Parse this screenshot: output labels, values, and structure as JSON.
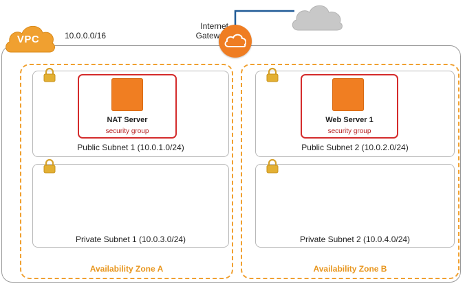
{
  "vpc": {
    "label": "VPC",
    "cidr": "10.0.0.0/16"
  },
  "internet_gateway": {
    "label_line1": "Internet",
    "label_line2": "Gateway"
  },
  "availability_zones": [
    {
      "label": "Availability Zone A",
      "public_subnet": {
        "label": "Public Subnet 1 (10.0.1.0/24)",
        "server": {
          "name": "NAT Server",
          "security_group": "security group"
        }
      },
      "private_subnet": {
        "label": "Private Subnet 1 (10.0.3.0/24)"
      }
    },
    {
      "label": "Availability Zone B",
      "public_subnet": {
        "label": "Public Subnet 2 (10.0.2.0/24)",
        "server": {
          "name": "Web Server 1",
          "security_group": "security group"
        }
      },
      "private_subnet": {
        "label": "Private Subnet 2 (10.0.4.0/24)"
      }
    }
  ],
  "icons": [
    "vpc-cloud-icon",
    "internet-gateway-icon",
    "internet-cloud-icon",
    "lock-icon",
    "ec2-instance-icon"
  ],
  "colors": {
    "availability_zone": "#f0a030",
    "security_group": "#d42b2b",
    "instance": "#f07e22",
    "vpc_badge": "#f0a030",
    "gateway_link": "#1f5a96",
    "internet_cloud": "#c8c8c8"
  }
}
